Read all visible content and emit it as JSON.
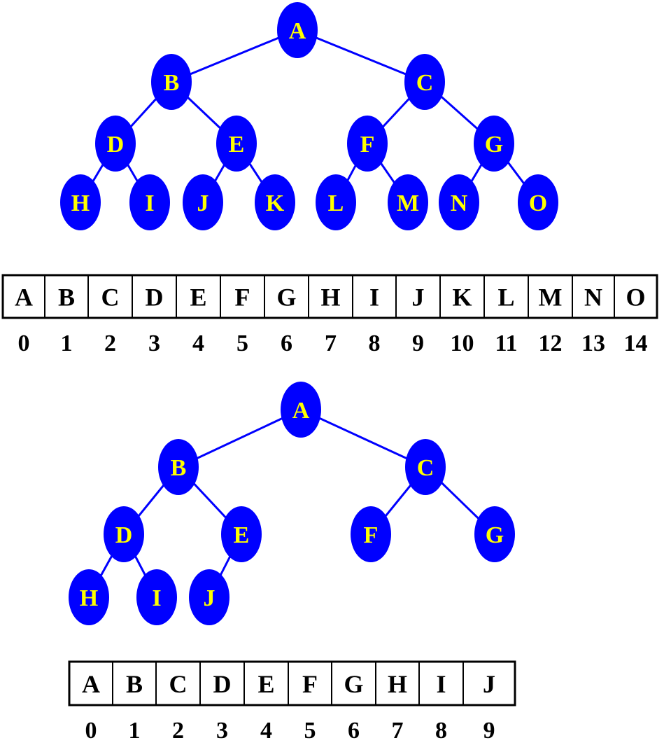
{
  "colors": {
    "node_fill": "#0000FF",
    "node_text": "#FFFF00",
    "edge": "#0000FF",
    "array_border": "#000000",
    "array_text": "#000000"
  },
  "diagrams": [
    {
      "tree": {
        "nodes": [
          "A",
          "B",
          "C",
          "D",
          "E",
          "F",
          "G",
          "H",
          "I",
          "J",
          "K",
          "L",
          "M",
          "N",
          "O"
        ],
        "edges": [
          [
            0,
            1
          ],
          [
            0,
            2
          ],
          [
            1,
            3
          ],
          [
            1,
            4
          ],
          [
            2,
            5
          ],
          [
            2,
            6
          ],
          [
            3,
            7
          ],
          [
            3,
            8
          ],
          [
            4,
            9
          ],
          [
            4,
            10
          ],
          [
            5,
            11
          ],
          [
            5,
            12
          ],
          [
            6,
            13
          ],
          [
            6,
            14
          ]
        ]
      },
      "array": {
        "cells": [
          "A",
          "B",
          "C",
          "D",
          "E",
          "F",
          "G",
          "H",
          "I",
          "J",
          "K",
          "L",
          "M",
          "N",
          "O"
        ],
        "indices": [
          "0",
          "1",
          "2",
          "3",
          "4",
          "5",
          "6",
          "7",
          "8",
          "9",
          "10",
          "11",
          "12",
          "13",
          "14"
        ]
      }
    },
    {
      "tree": {
        "nodes": [
          "A",
          "B",
          "C",
          "D",
          "E",
          "F",
          "G",
          "H",
          "I",
          "J"
        ],
        "edges": [
          [
            0,
            1
          ],
          [
            0,
            2
          ],
          [
            1,
            3
          ],
          [
            1,
            4
          ],
          [
            2,
            5
          ],
          [
            2,
            6
          ],
          [
            3,
            7
          ],
          [
            3,
            8
          ],
          [
            4,
            9
          ]
        ]
      },
      "array": {
        "cells": [
          "A",
          "B",
          "C",
          "D",
          "E",
          "F",
          "G",
          "H",
          "I",
          "J"
        ],
        "indices": [
          "0",
          "1",
          "2",
          "3",
          "4",
          "5",
          "6",
          "7",
          "8",
          "9"
        ]
      }
    }
  ]
}
